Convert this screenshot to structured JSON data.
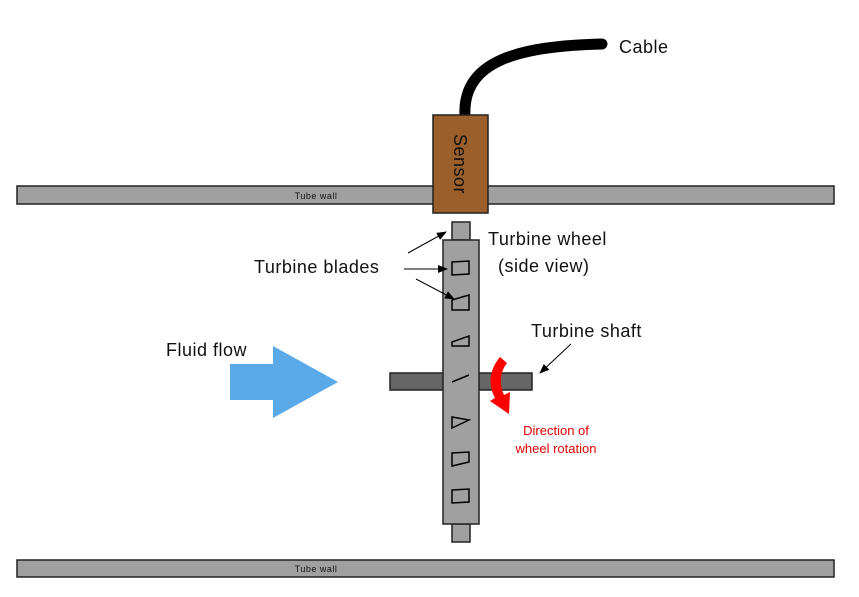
{
  "labels": {
    "cable": "Cable",
    "sensor": "Sensor",
    "tube_wall_top": "Tube wall",
    "tube_wall_bottom": "Tube wall",
    "turbine_wheel_line1": "Turbine wheel",
    "turbine_wheel_line2": "(side view)",
    "turbine_blades": "Turbine blades",
    "turbine_shaft": "Turbine shaft",
    "fluid_flow": "Fluid flow",
    "rotation_line1": "Direction of",
    "rotation_line2": "wheel rotation"
  },
  "colors": {
    "sensor": "#9a5f2a",
    "tube_wall": "#a0a0a0",
    "wheel": "#a0a0a0",
    "shaft": "#666666",
    "flow_arrow": "#5aaaea",
    "rotation_arrow": "#ff0000",
    "cable": "#000000"
  }
}
